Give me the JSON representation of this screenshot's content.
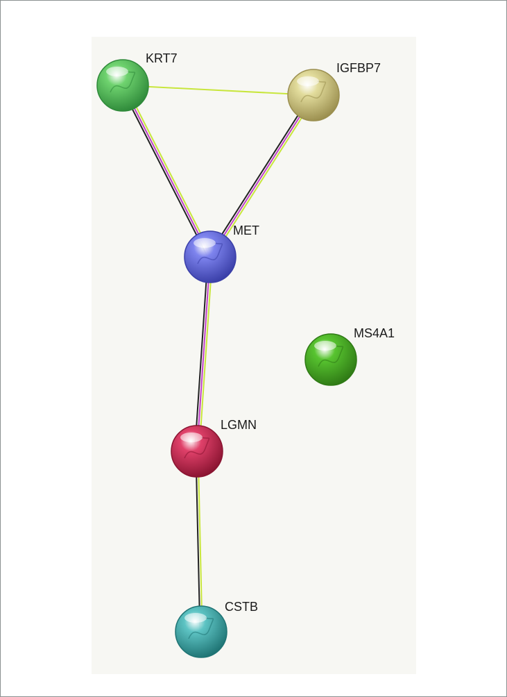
{
  "network": {
    "nodes": [
      {
        "id": "KRT7",
        "label": "KRT7",
        "color": "#6fd36f",
        "edge": "#2f8a3a"
      },
      {
        "id": "IGFBP7",
        "label": "IGFBP7",
        "color": "#e2dc9c",
        "edge": "#9b8f4f"
      },
      {
        "id": "MET",
        "label": "MET",
        "color": "#7e84ee",
        "edge": "#3a3fa8"
      },
      {
        "id": "MS4A1",
        "label": "MS4A1",
        "color": "#58c430",
        "edge": "#2f7a15"
      },
      {
        "id": "LGMN",
        "label": "LGMN",
        "color": "#e0416a",
        "edge": "#8a1431"
      },
      {
        "id": "CSTB",
        "label": "CSTB",
        "color": "#5ec4c4",
        "edge": "#1f7474"
      }
    ],
    "edges": [
      {
        "source": "KRT7",
        "target": "IGFBP7",
        "evidence": [
          "textmining"
        ]
      },
      {
        "source": "KRT7",
        "target": "MET",
        "evidence": [
          "textmining",
          "experiments",
          "coexpression"
        ]
      },
      {
        "source": "IGFBP7",
        "target": "MET",
        "evidence": [
          "textmining",
          "experiments",
          "coexpression"
        ]
      },
      {
        "source": "MET",
        "target": "LGMN",
        "evidence": [
          "textmining",
          "experiments",
          "coexpression"
        ]
      },
      {
        "source": "LGMN",
        "target": "CSTB",
        "evidence": [
          "textmining",
          "coexpression"
        ]
      }
    ],
    "evidence_colors": {
      "textmining": "#c8e63c",
      "experiments": "#c040c8",
      "coexpression": "#222222"
    }
  }
}
